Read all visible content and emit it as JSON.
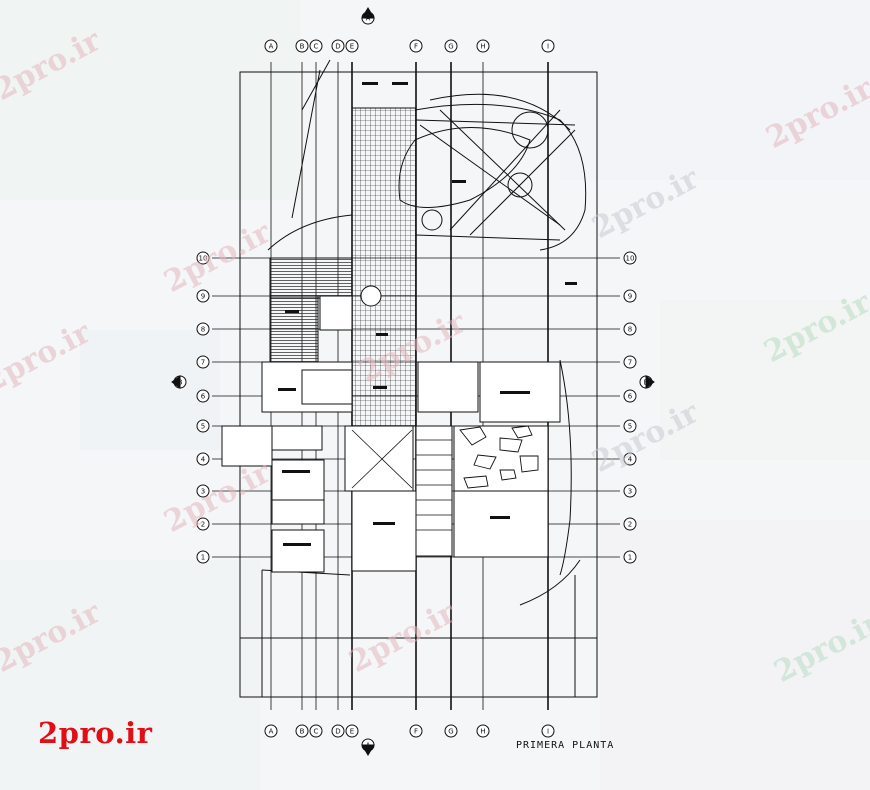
{
  "drawing": {
    "title": "PRIMERA PLANTA",
    "columns": [
      "A",
      "B",
      "C",
      "D",
      "E",
      "F",
      "G",
      "H",
      "I"
    ],
    "rows": [
      "1",
      "2",
      "3",
      "4",
      "5",
      "6",
      "7",
      "8",
      "9",
      "10"
    ],
    "section_marks": [
      "A",
      "B"
    ]
  },
  "watermark": {
    "logo": "2pro.ir",
    "text": "2pro.ir"
  }
}
